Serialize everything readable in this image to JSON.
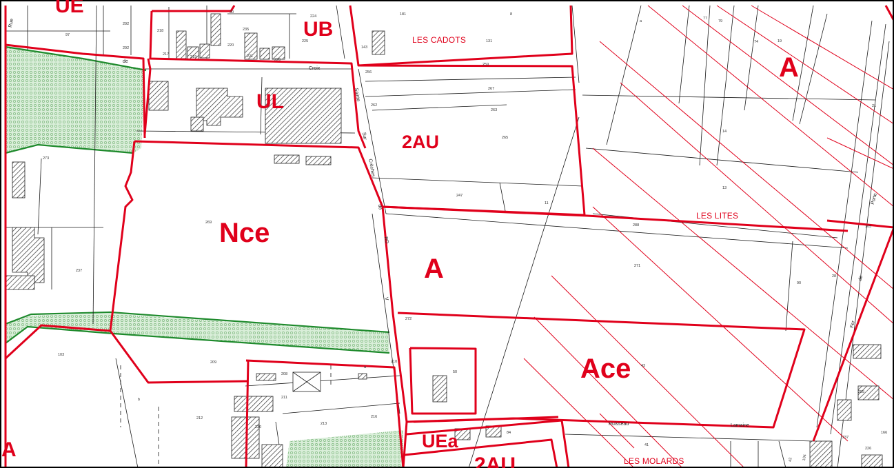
{
  "zones": {
    "ue": "UE",
    "ub": "UB",
    "ul": "UL",
    "au2_top": "2AU",
    "a_right": "A",
    "nce": "Nce",
    "a_center": "A",
    "ace": "Ace",
    "uea": "UEa",
    "au2_bottom": "2AU",
    "a_left": "A"
  },
  "places": {
    "cadots": "LES CADOTS",
    "lites": "LES LITES",
    "molards": "LES MOLARDS"
  },
  "streets": {
    "rue": "Rue",
    "de": "de",
    "croix": "Croix",
    "sainte": "Sainte",
    "sur": "Sur",
    "creches": "Crèches",
    "de2": "de",
    "rd": "RD",
    "v": "V",
    "porte": "Porte",
    "de3": "de",
    "fer": "Fer",
    "ruisseau": "Ruisseau",
    "lamaine": "Lamaine"
  },
  "parcels": {
    "p97": "97",
    "p292a": "292",
    "p292b": "292",
    "p30": "30",
    "p224": "224",
    "p218": "218",
    "p235": "235",
    "p225": "225",
    "p220": "220",
    "p217": "217",
    "p219": "219",
    "p221": "221",
    "p226": "226",
    "p181": "181",
    "p8": "8",
    "p143": "143",
    "p131": "131",
    "p256": "256",
    "p259": "259",
    "p262": "262",
    "p267": "267",
    "p263": "263",
    "p265": "265",
    "p247": "247",
    "p11": "11",
    "p77": "77",
    "p79": "79",
    "p74": "74",
    "p19": "19",
    "p21": "21",
    "p14": "14",
    "p13": "13",
    "p273": "273",
    "p269": "269",
    "p237": "237",
    "p288": "288",
    "p271": "271",
    "p105": "105",
    "p90": "90",
    "p28": "28",
    "p272": "272",
    "p209": "209",
    "p103": "103",
    "p208": "208",
    "p211": "211",
    "p212": "212",
    "p210": "210",
    "p230": "230",
    "p213": "213",
    "p216": "216",
    "p50": "50",
    "p43": "43",
    "p84": "84",
    "p41": "41",
    "p255": "255",
    "p237b": "237",
    "p226b": "226",
    "p166": "166",
    "p104": "104",
    "p42": "42",
    "pa": "a",
    "pb": "b",
    "pa2": "a"
  },
  "colors": {
    "zone_border": "#e0001b",
    "natural_border": "#1e8a2c",
    "hatched_fill": "#bfe0bf",
    "parcel_line": "#1a1a1a"
  }
}
